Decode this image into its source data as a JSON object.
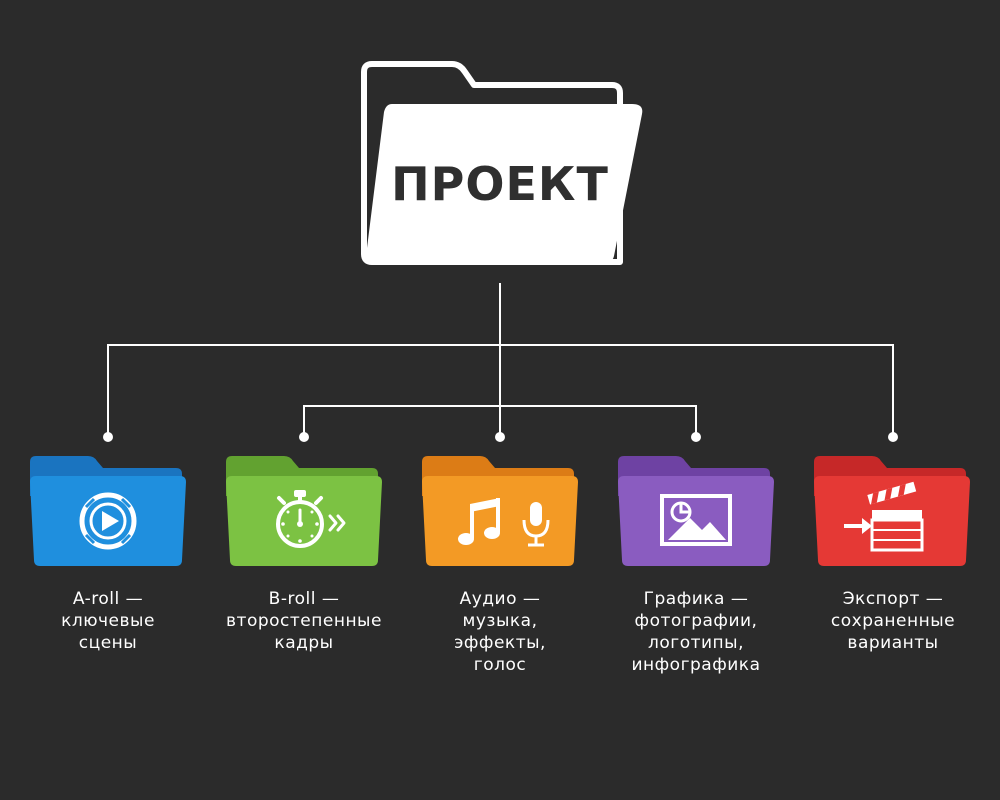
{
  "root": {
    "label": "ПРОЕКТ",
    "icon": "folder-icon",
    "color": "#ffffff"
  },
  "folders": [
    {
      "id": "a-roll",
      "icon": "play-icon",
      "color": "#1f8fde",
      "tab_color": "#1a74c0",
      "label_lines": [
        "A-roll —",
        "ключевые",
        "сцены"
      ]
    },
    {
      "id": "b-roll",
      "icon": "stopwatch-icon",
      "color": "#7cc243",
      "tab_color": "#62a230",
      "label_lines": [
        "B-roll —",
        "второстепенные",
        "кадры"
      ]
    },
    {
      "id": "audio",
      "icon": "music-microphone-icon",
      "color": "#f39a25",
      "tab_color": "#dc7c16",
      "label_lines": [
        "Аудио —",
        "музыка,",
        "эффекты,",
        "голос"
      ]
    },
    {
      "id": "graphics",
      "icon": "image-chart-icon",
      "color": "#8a5cc0",
      "tab_color": "#6e42a3",
      "label_lines": [
        "Графика —",
        "фотографии,",
        "логотипы,",
        "инфографика"
      ]
    },
    {
      "id": "export",
      "icon": "clapperboard-icon",
      "color": "#e53935",
      "tab_color": "#c62828",
      "label_lines": [
        "Экспорт —",
        "сохраненные",
        "варианты"
      ]
    }
  ],
  "connector_color": "#ffffff"
}
